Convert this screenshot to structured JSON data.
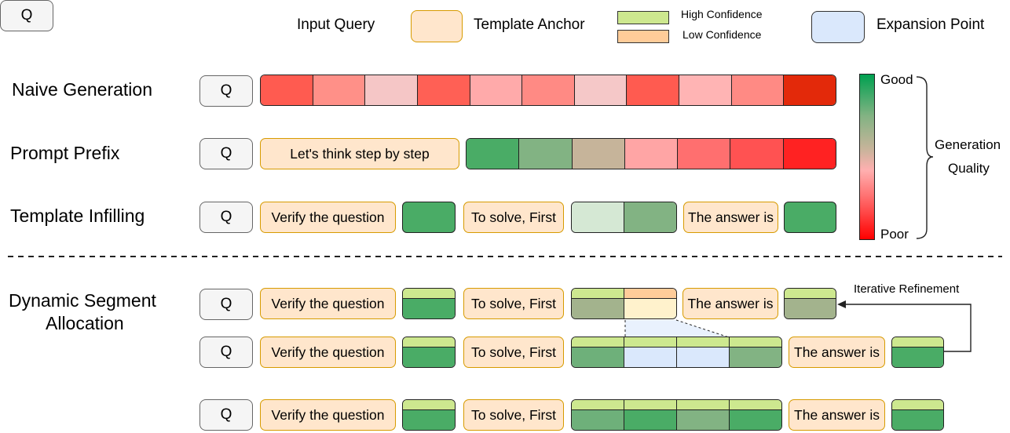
{
  "legend": {
    "q": "Q",
    "input_query": "Input Query",
    "template_anchor": "Template Anchor",
    "high_conf": "High Confidence",
    "low_conf": "Low Confidence",
    "expansion": "Expansion Point"
  },
  "rows": {
    "naive": "Naive Generation",
    "prefix": "Prompt Prefix",
    "infill": "Template Infilling",
    "dsa_line1": "Dynamic Segment",
    "dsa_line2": "Allocation"
  },
  "q": "Q",
  "anchors": {
    "cot": "Let's think step by step",
    "verify": "Verify the question",
    "solve": "To solve, First",
    "answer": "The answer is"
  },
  "scale": {
    "good": "Good",
    "poor": "Poor",
    "quality1": "Generation",
    "quality2": "Quality"
  },
  "iterative": "Iterative Refinement",
  "colors": {
    "naive": [
      "#ff5b50",
      "#ff9088",
      "#f5c6c6",
      "#ff6055",
      "#ffaaaa",
      "#ff8a84",
      "#f5c8c8",
      "#ff5b50",
      "#ffb4b4",
      "#ff8a84",
      "#e3290a"
    ],
    "prefix": [
      "#4aac66",
      "#82b383",
      "#c6b49a",
      "#ffa5a5",
      "#ff6f6f",
      "#ff5252",
      "#ff2222"
    ],
    "anchor_fill": "#ffe6cc",
    "anchor_border": "#d79b00",
    "high_conf": "#cde88f",
    "low_conf": "#ffcc99",
    "expansion": "#dae8fc"
  }
}
